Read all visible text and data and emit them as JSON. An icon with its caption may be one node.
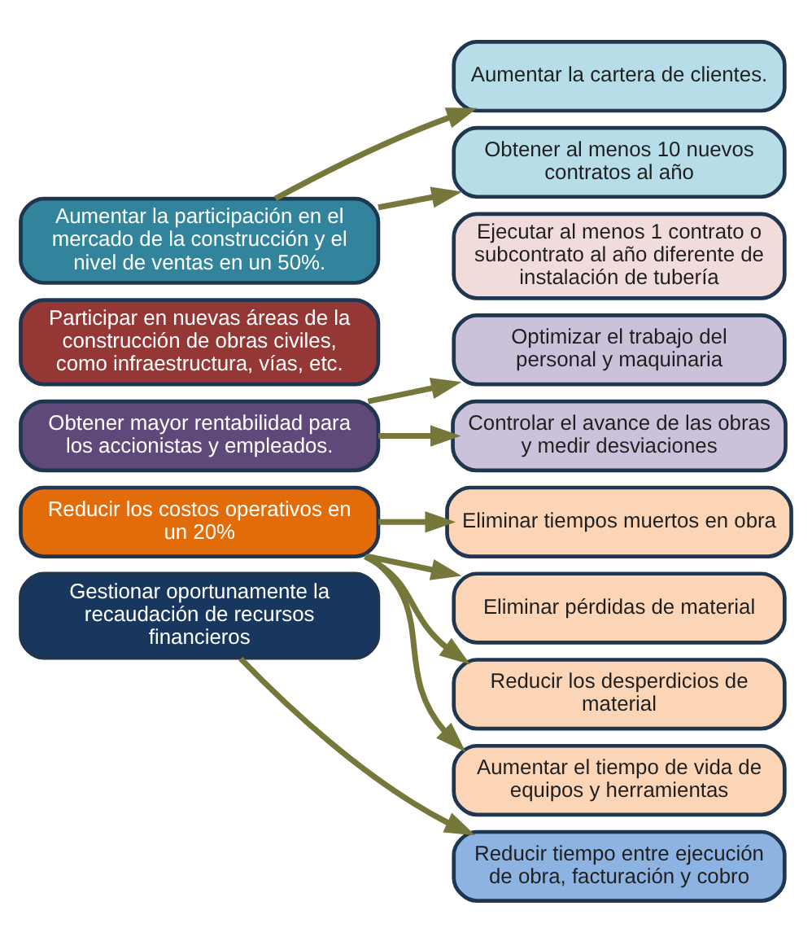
{
  "diagram": {
    "nodes": [
      {
        "text": [
          "Aumentar la participación en el mercado de la construcción y el nivel de ventas en un 50%."
        ]
      },
      {
        "text": [
          "Aumentar la cartera de clientes."
        ]
      },
      {
        "text": [
          "Obtener al menos 10 nuevos contratos al año"
        ]
      },
      {
        "text": [
          "Participar en nuevas áreas de la construcción de obras civiles, como infraestructura, vías, etc."
        ]
      },
      {
        "text": [
          "Ejecutar al menos 1 contrato o subcontrato al año diferente de instalación de tubería"
        ]
      },
      {
        "text": [
          "Obtener mayor rentabilidad para los accionistas y empleados."
        ]
      },
      {
        "text": [
          "Optimizar el trabajo del personal y maquinaria"
        ]
      },
      {
        "text": [
          "Controlar el avance de las obras y medir desviaciones"
        ]
      },
      {
        "text": [
          "Reducir los costos operativos en un 20%"
        ]
      },
      {
        "text": [
          "Eliminar tiempos muertos en obra"
        ]
      },
      {
        "text": [
          "Eliminar pérdidas de material"
        ]
      },
      {
        "text": [
          "Reducir los desperdicios de material"
        ]
      },
      {
        "text": [
          "Aumentar el tiempo de vida de equipos y herramientas"
        ]
      },
      {
        "text": [
          "Gestionar oportunamente la recaudación de recursos financieros"
        ]
      },
      {
        "text": [
          "Reducir tiempo entre ejecución de obra, facturación y cobro"
        ]
      }
    ],
    "edges": [
      {
        "from": 0,
        "to": 1,
        "arrow": "to"
      },
      {
        "from": 0,
        "to": 2,
        "arrow": "to"
      },
      {
        "from": 5,
        "to": 6,
        "arrow": "to"
      },
      {
        "from": 5,
        "to": 7,
        "arrow": "to"
      },
      {
        "from": 8,
        "to": 9,
        "arrow": "to"
      },
      {
        "from": 8,
        "to": 10,
        "arrow": "to"
      },
      {
        "from": 8,
        "to": 11,
        "arrow": "to"
      },
      {
        "from": 8,
        "to": 12,
        "arrow": "to"
      },
      {
        "from": 13,
        "to": 14,
        "arrow": "to"
      }
    ]
  }
}
